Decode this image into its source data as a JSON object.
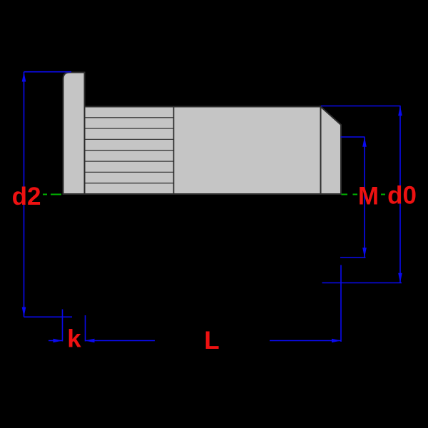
{
  "drawing": {
    "labels": {
      "d2": "d2",
      "k": "k",
      "L": "L",
      "M": "M",
      "d0": "d0"
    }
  },
  "colors": {
    "background": "#000000",
    "part_fill": "#c5c5c5",
    "part_outline": "#2d2d2d",
    "knurl_line": "#3a3a3a",
    "dimension_line": "#0a0af0",
    "label_text": "#ee1111",
    "centerline": "#00b400"
  }
}
